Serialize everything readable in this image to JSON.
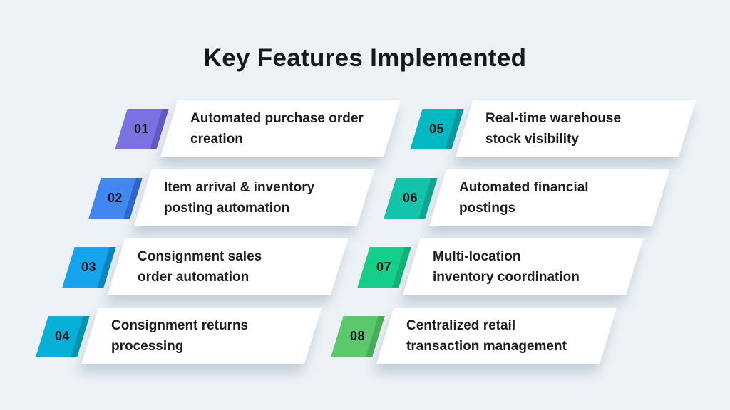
{
  "canvas": {
    "background": "#edf2f6"
  },
  "title": {
    "text": "Key Features Implemented",
    "color": "#17181b"
  },
  "card": {
    "background": "#ffffff",
    "text_color": "#1c1d21"
  },
  "features": [
    {
      "number": "01",
      "line1": "Automated purchase order",
      "line2": "creation",
      "color": "#7a72e0",
      "fold": "#6058c6"
    },
    {
      "number": "02",
      "line1": "Item arrival & inventory",
      "line2": "posting automation",
      "color": "#4286f0",
      "fold": "#2e66cc"
    },
    {
      "number": "03",
      "line1": "Consignment sales",
      "line2": "order automation",
      "color": "#14a3ec",
      "fold": "#0d83c4"
    },
    {
      "number": "04",
      "line1": "Consignment returns",
      "line2": "processing",
      "color": "#06b0d6",
      "fold": "#0391b2"
    },
    {
      "number": "05",
      "line1": "Real-time warehouse",
      "line2": "stock visibility",
      "color": "#00b9c2",
      "fold": "#00979f"
    },
    {
      "number": "06",
      "line1": "Automated financial",
      "line2": "postings",
      "color": "#15c3ab",
      "fold": "#0ea593"
    },
    {
      "number": "07",
      "line1": "Multi-location",
      "line2": "inventory coordination",
      "color": "#14ce8a",
      "fold": "#0fb175"
    },
    {
      "number": "08",
      "line1": "Centralized retail",
      "line2": "transaction management",
      "color": "#5bc96b",
      "fold": "#4aab58"
    }
  ]
}
